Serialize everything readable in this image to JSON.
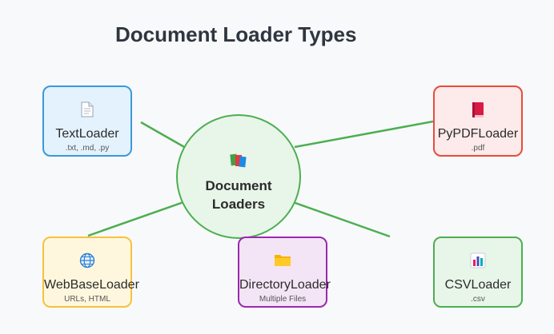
{
  "title": "Document Loader Types",
  "center": {
    "line1": "Document",
    "line2": "Loaders",
    "icon": "books-icon"
  },
  "colors": {
    "line": "#4caf50"
  },
  "nodes": [
    {
      "id": "text",
      "label": "TextLoader",
      "sub": ".txt, .md, .py",
      "icon": "text-file-icon",
      "border": "#3a9ad9",
      "fill": "#e3f2fd"
    },
    {
      "id": "pypdf",
      "label": "PyPDFLoader",
      "sub": ".pdf",
      "icon": "red-book-icon",
      "border": "#e74c3c",
      "fill": "#fdeaea"
    },
    {
      "id": "web",
      "label": "WebBaseLoader",
      "sub": "URLs, HTML",
      "icon": "globe-icon",
      "border": "#f6c23e",
      "fill": "#fff7dd"
    },
    {
      "id": "dir",
      "label": "DirectoryLoader",
      "sub": "Multiple Files",
      "icon": "folder-icon",
      "border": "#9c27b0",
      "fill": "#f3e5f5"
    },
    {
      "id": "csv",
      "label": "CSVLoader",
      "sub": ".csv",
      "icon": "bar-chart-icon",
      "border": "#4caf50",
      "fill": "#e8f5e9"
    }
  ]
}
